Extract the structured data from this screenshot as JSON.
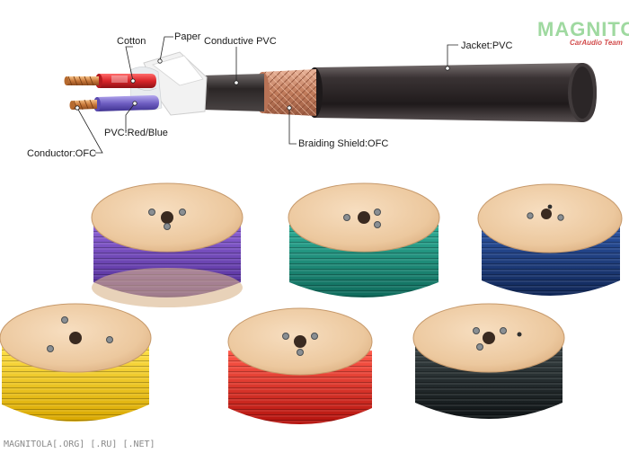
{
  "labels": {
    "paper": "Paper",
    "cotton": "Cotton",
    "conductive_pvc": "Conductive PVC",
    "jacket": "Jacket:PVC",
    "pvc_red_blue": "PVC:Red/Blue",
    "conductor": "Conductor:OFC",
    "braiding_shield": "Braiding Shield:OFC"
  },
  "logo": {
    "main": "MAGNITOLA",
    "sub": "CarAudio Team"
  },
  "watermark": "MAGNITOLA[.ORG] [.RU] [.NET]",
  "colors": {
    "jacket": "#2a2526",
    "braid": "#c98a6a",
    "wire_red": "#d9252a",
    "wire_blue": "#6f5fc2",
    "copper": "#d0894a",
    "wood": "#efcfa8",
    "spool_purple": "#6a3fb0",
    "spool_teal": "#1b8b79",
    "spool_navy": "#1c3a78",
    "spool_yellow": "#f0c400",
    "spool_red": "#e3241f",
    "spool_black": "#1d2426"
  }
}
